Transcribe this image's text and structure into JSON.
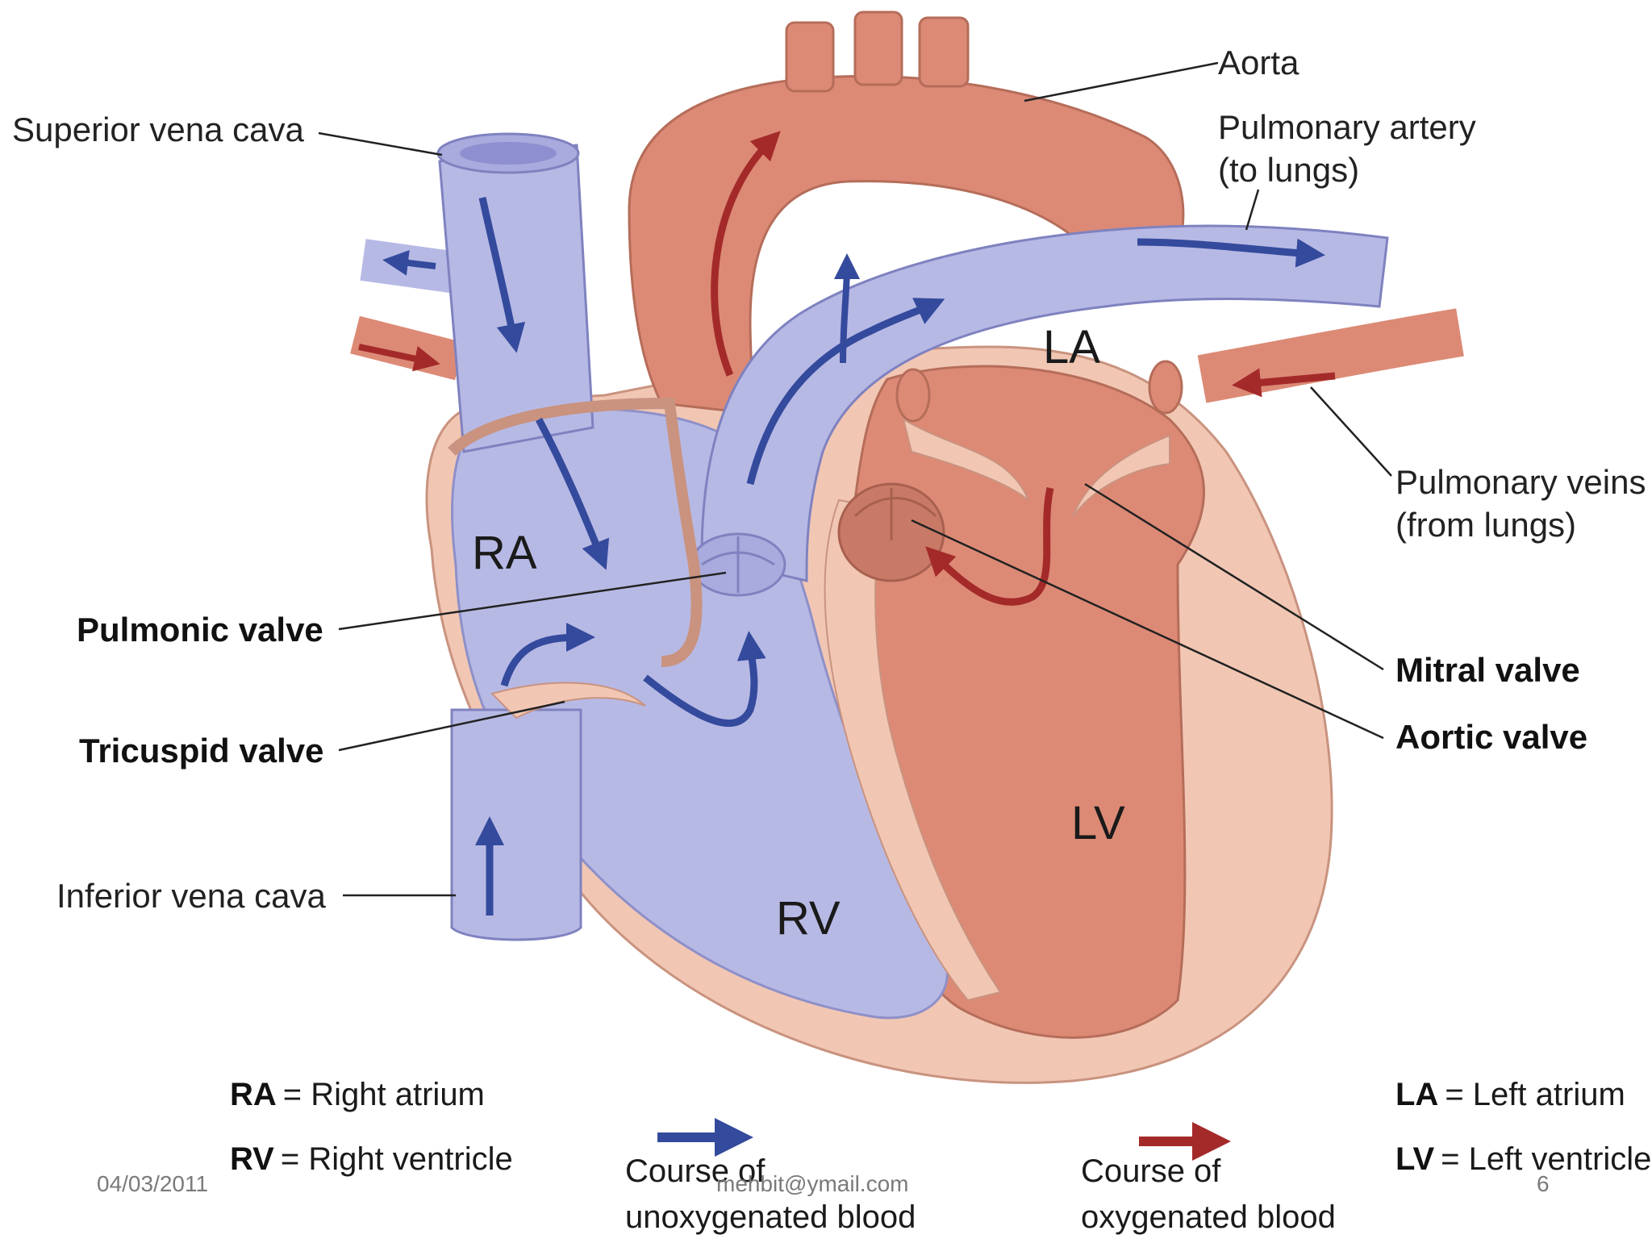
{
  "labels": {
    "aorta": "Aorta",
    "pulmonary_artery_1": "Pulmonary artery",
    "pulmonary_artery_2": "(to lungs)",
    "superior_vena_cava": "Superior vena cava",
    "pulmonary_veins_1": "Pulmonary veins",
    "pulmonary_veins_2": "(from lungs)",
    "pulmonic_valve": "Pulmonic valve",
    "tricuspid_valve": "Tricuspid valve",
    "mitral_valve": "Mitral valve",
    "aortic_valve": "Aortic valve",
    "inferior_vena_cava": "Inferior vena cava"
  },
  "chambers": {
    "ra": "RA",
    "rv": "RV",
    "la": "LA",
    "lv": "LV"
  },
  "legend": {
    "ra_abbr": "RA",
    "ra_text": "= Right atrium",
    "rv_abbr": "RV",
    "rv_text": "= Right ventricle",
    "la_abbr": "LA",
    "la_text": "= Left atrium",
    "lv_abbr": "LV",
    "lv_text": "= Left ventricle",
    "blue_1": "Course of",
    "blue_2": "unoxygenated blood",
    "red_1": "Course of",
    "red_2": "oxygenated blood"
  },
  "footer": {
    "date": "04/03/2011",
    "email": "mehbit@ymail.com",
    "page": "6"
  },
  "colors": {
    "deoxygenated": "#b7b9e5",
    "oxygenated": "#dc8a76",
    "wall": "#f1c7b4",
    "blue_arrow": "#344a9c",
    "red_arrow": "#a42a2a"
  }
}
